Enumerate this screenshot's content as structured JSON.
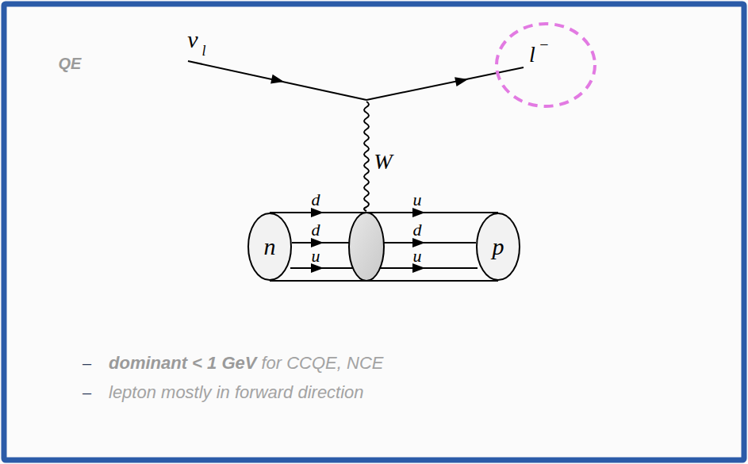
{
  "diagram": {
    "nodes": [
      {
        "text": [
          "n"
        ]
      },
      {
        "text": [
          "p"
        ]
      }
    ],
    "labels": [
      "QE",
      "ν",
      "l",
      "l",
      "−",
      "W",
      "d",
      "d",
      "u",
      "u",
      "d",
      "u",
      "–",
      "dominant < 1 GeV",
      "for CCQE, NCE",
      "–",
      "lepton mostly in forward direction"
    ]
  }
}
